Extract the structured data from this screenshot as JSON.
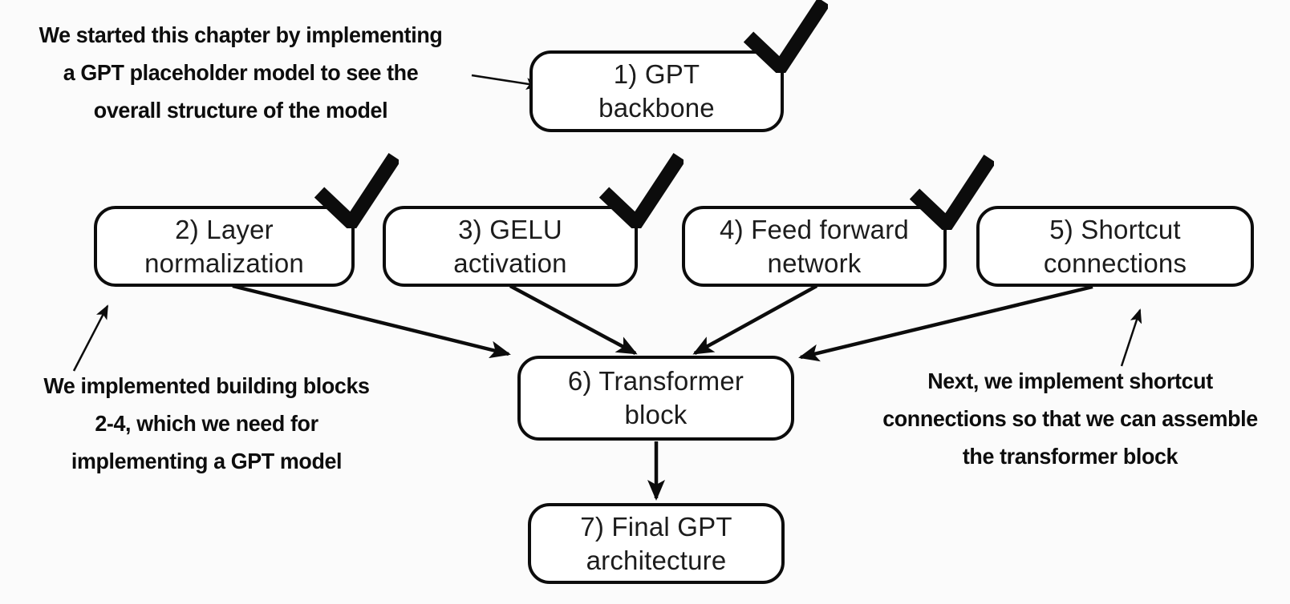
{
  "canvas": {
    "background_color": "#fbfbfb",
    "ink_color": "#0c0c0c"
  },
  "nodes": [
    {
      "id": "gpt-backbone",
      "line1": "1) GPT",
      "line2": "backbone",
      "completed": true
    },
    {
      "id": "layer-normalization",
      "line1": "2) Layer",
      "line2": "normalization",
      "completed": true
    },
    {
      "id": "gelu-activation",
      "line1": "3) GELU",
      "line2": "activation",
      "completed": true
    },
    {
      "id": "feed-forward-network",
      "line1": "4) Feed forward",
      "line2": "network",
      "completed": true
    },
    {
      "id": "shortcut-connections",
      "line1": "5) Shortcut",
      "line2": "connections",
      "completed": false
    },
    {
      "id": "transformer-block",
      "line1": "6) Transformer",
      "line2": "block",
      "completed": false
    },
    {
      "id": "final-gpt-architecture",
      "line1": "7) Final GPT",
      "line2": "architecture",
      "completed": false
    }
  ],
  "annotations": [
    {
      "id": "intro",
      "line1": "We started this chapter by implementing",
      "line2": "a GPT placeholder model to see the",
      "line3": "overall structure of the model"
    },
    {
      "id": "building-blocks",
      "line1": "We implemented building blocks",
      "line2": "2-4, which we need for",
      "line3": "implementing a GPT model"
    },
    {
      "id": "next-step",
      "line1": "Next, we implement shortcut",
      "line2": "connections so that we can assemble",
      "line3": "the transformer block"
    }
  ],
  "icons": {
    "checkmark": "completed-step-check"
  },
  "edges": [
    {
      "from": "intro-annotation",
      "to": "gpt-backbone"
    },
    {
      "from": "layer-normalization",
      "to": "transformer-block"
    },
    {
      "from": "gelu-activation",
      "to": "transformer-block"
    },
    {
      "from": "feed-forward-network",
      "to": "transformer-block"
    },
    {
      "from": "shortcut-connections",
      "to": "transformer-block"
    },
    {
      "from": "transformer-block",
      "to": "final-gpt-architecture"
    },
    {
      "from": "building-blocks-annotation",
      "to": "layer-normalization"
    },
    {
      "from": "next-step-annotation",
      "to": "shortcut-connections"
    }
  ]
}
